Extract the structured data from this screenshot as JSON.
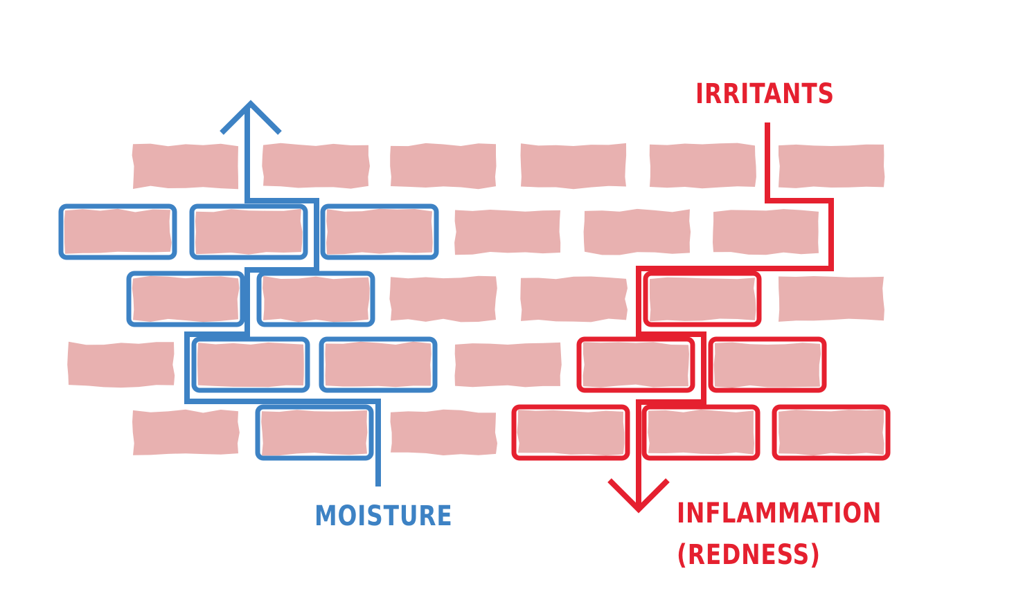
{
  "labels": {
    "irritants": "IRRITANTS",
    "moisture": "MOISTURE",
    "inflammation": "INFLAMMATION",
    "redness": "(REDNESS)"
  },
  "colors": {
    "brick_fill": "#e8b1b0",
    "moisture": "#3d82c4",
    "irritants": "#e5202f"
  },
  "icons": {
    "moisture_arrow": "arrow-up-icon",
    "irritants_arrow": "arrow-down-icon"
  }
}
